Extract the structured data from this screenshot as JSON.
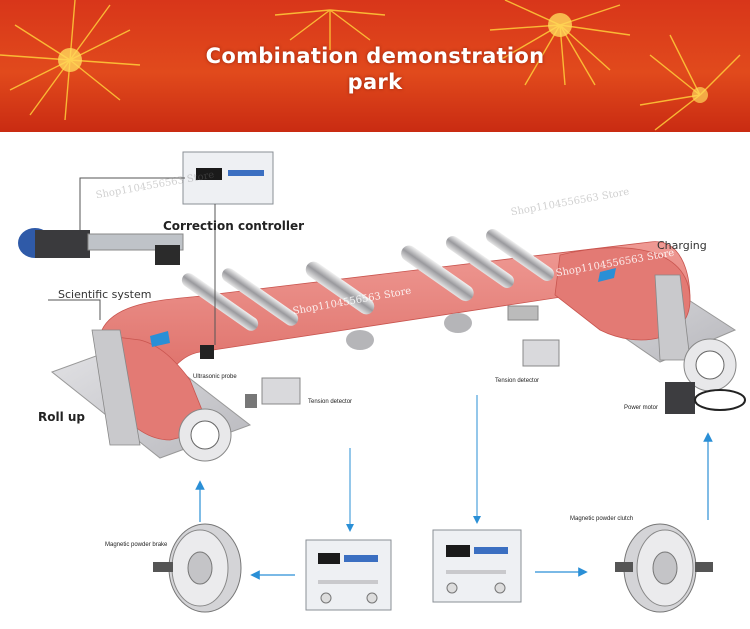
{
  "banner": {
    "title_line1": "Combination demonstration",
    "title_line2": "park",
    "colors": {
      "banner_red": "#d8361a",
      "spark_yellow": "#ffcf3a"
    }
  },
  "labels": {
    "correction_controller": "Correction controller",
    "charging": "Charging",
    "scientific_system": "Scientific system",
    "roll_up": "Roll up",
    "ultrasonic_probe": "Ultrasonic probe",
    "tension_detector_left": "Tension detector",
    "tension_detector_right": "Tension detector",
    "power_motor": "Power motor",
    "magnetic_powder_brake": "Magnetic powder brake",
    "magnetic_powder_clutch": "Magnetic powder clutch"
  },
  "watermarks": {
    "store": "Shop1104556563 Store"
  },
  "colors": {
    "web_material": "#e8817b",
    "arrow_blue": "#2a8fd6",
    "frame_gray": "#c9c9cc"
  }
}
